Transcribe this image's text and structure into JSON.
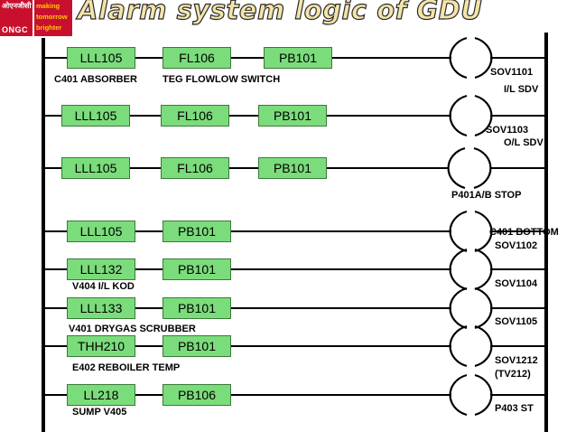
{
  "header": {
    "logo_hindi": "ओएनजीसी",
    "logo_brand": "ONGC",
    "tagline": [
      "making",
      "tomorrow",
      "brighter"
    ],
    "title": "Alarm system logic of GDU"
  },
  "colors": {
    "contact_fill": "#7bdc7b",
    "title_fill": "#f4e4a8",
    "brand_red": "#c8102e"
  },
  "rungs": [
    {
      "contacts": [
        "LLL105",
        "FL106",
        "PB101"
      ],
      "labels": [
        "C401 ABSORBER",
        "TEG FLOWLOW SWITCH"
      ],
      "coil": [
        "SOV1101",
        "I/L SDV"
      ]
    },
    {
      "contacts": [
        "LLL105",
        "FL106",
        "PB101"
      ],
      "labels": [],
      "coil": [
        "SOV1103",
        "O/L SDV"
      ]
    },
    {
      "contacts": [
        "LLL105",
        "FL106",
        "PB101"
      ],
      "labels": [],
      "coil": [
        "P401A/B STOP"
      ]
    },
    {
      "contacts": [
        "LLL105",
        "PB101"
      ],
      "labels": [],
      "coil": [
        "C401 BOTTOM",
        "SOV1102"
      ]
    },
    {
      "contacts": [
        "LLL132",
        "PB101"
      ],
      "labels": [
        "V404 I/L KOD"
      ],
      "coil": [
        "SOV1104"
      ]
    },
    {
      "contacts": [
        "LLL133",
        "PB101"
      ],
      "labels": [
        "V401 DRYGAS SCRUBBER"
      ],
      "coil": [
        "SOV1105"
      ]
    },
    {
      "contacts": [
        "THH210",
        "PB101"
      ],
      "labels": [
        "E402 REBOILER TEMP"
      ],
      "coil": [
        "SOV1212",
        "(TV212)"
      ]
    },
    {
      "contacts": [
        "LL218",
        "PB106"
      ],
      "labels": [
        "SUMP V405"
      ],
      "coil": [
        "P403 ST"
      ]
    }
  ]
}
